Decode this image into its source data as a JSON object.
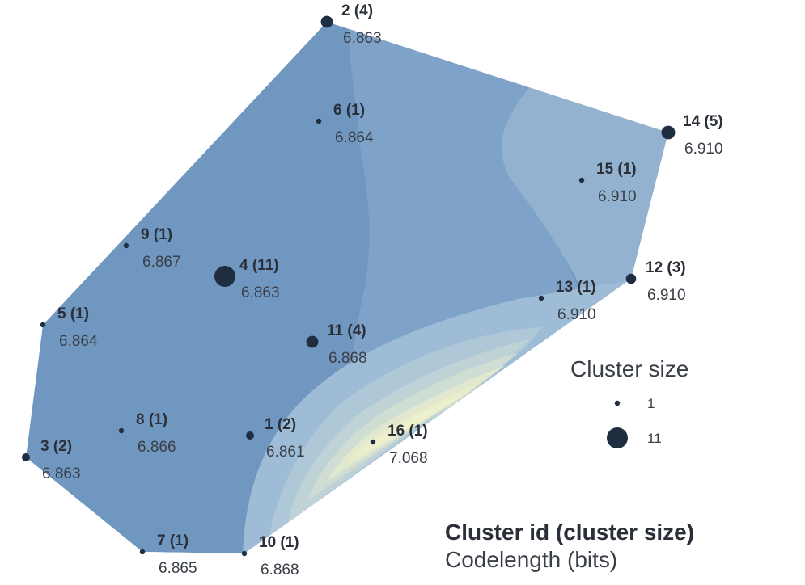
{
  "chart_data": {
    "type": "scatter",
    "title": "",
    "points": [
      {
        "id": "1",
        "size": 2,
        "codelength": "6.861"
      },
      {
        "id": "2",
        "size": 4,
        "codelength": "6.863"
      },
      {
        "id": "3",
        "size": 2,
        "codelength": "6.863"
      },
      {
        "id": "4",
        "size": 11,
        "codelength": "6.863"
      },
      {
        "id": "5",
        "size": 1,
        "codelength": "6.864"
      },
      {
        "id": "6",
        "size": 1,
        "codelength": "6.864"
      },
      {
        "id": "7",
        "size": 1,
        "codelength": "6.865"
      },
      {
        "id": "8",
        "size": 1,
        "codelength": "6.866"
      },
      {
        "id": "9",
        "size": 1,
        "codelength": "6.867"
      },
      {
        "id": "10",
        "size": 1,
        "codelength": "6.868"
      },
      {
        "id": "11",
        "size": 4,
        "codelength": "6.868"
      },
      {
        "id": "12",
        "size": 3,
        "codelength": "6.910"
      },
      {
        "id": "13",
        "size": 1,
        "codelength": "6.910"
      },
      {
        "id": "14",
        "size": 5,
        "codelength": "6.910"
      },
      {
        "id": "15",
        "size": 1,
        "codelength": "6.910"
      },
      {
        "id": "16",
        "size": 1,
        "codelength": "7.068"
      }
    ],
    "size_legend": {
      "title": "Cluster size",
      "entries": [
        1,
        11
      ]
    },
    "label_key": {
      "line1": "Cluster id (cluster size)",
      "line2": "Codelength (bits)"
    },
    "colors": {
      "hull_base": "#7097c0",
      "hull_mid": "#8aacd0",
      "hull_light": "#a9c4da",
      "peak": "#f0f0cc",
      "marker": "#1f2d40"
    }
  }
}
